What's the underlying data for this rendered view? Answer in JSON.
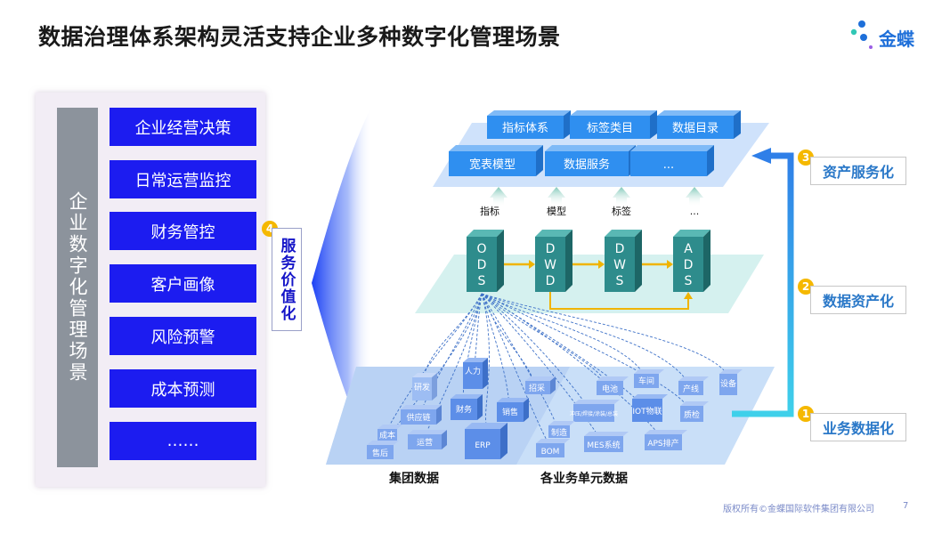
{
  "title": "数据治理体系架构灵活支持企业多种数字化管理场景",
  "logo": {
    "name": "金蝶"
  },
  "left": {
    "vertical_label": "企业数字化管理场景",
    "scenarios": [
      "企业经营决策",
      "日常运营监控",
      "财务管控",
      "客户画像",
      "风险预警",
      "成本预测",
      "……"
    ]
  },
  "service_value": {
    "number": "4",
    "label": "服务价值化"
  },
  "stages": [
    {
      "number": "3",
      "label": "资产服务化"
    },
    {
      "number": "2",
      "label": "数据资产化"
    },
    {
      "number": "1",
      "label": "业务数据化"
    }
  ],
  "top_layer": {
    "row1": [
      "指标体系",
      "标签类目",
      "数据目录"
    ],
    "row2": [
      "宽表模型",
      "数据服务",
      "..."
    ]
  },
  "arrows_labels": [
    "指标",
    "模型",
    "标签",
    "..."
  ],
  "middle_layer": {
    "cubes": [
      "ODS",
      "DWD",
      "DWS",
      "ADS"
    ]
  },
  "bottom_layer": {
    "group_items": [
      "人力",
      "研发",
      "财务",
      "销售",
      "供应链",
      "招采",
      "成本",
      "运营",
      "售后",
      "ERP"
    ],
    "unit_items": [
      "电池",
      "车间",
      "产线",
      "设备",
      "冲压/焊接/涂装/总装",
      "IOT物联",
      "质检",
      "制造",
      "BOM",
      "MES系统",
      "APS排产"
    ],
    "labels": {
      "group": "集团数据",
      "units": "各业务单元数据"
    }
  },
  "footer": {
    "copyright": "版权所有©金蝶国际软件集团有限公司",
    "page": "7"
  },
  "colors": {
    "scenario_blue": "#1c1cf0",
    "stage_text": "#2a78c8",
    "badge_yellow": "#f5b800",
    "cube_teal": "#2e8c8c"
  }
}
